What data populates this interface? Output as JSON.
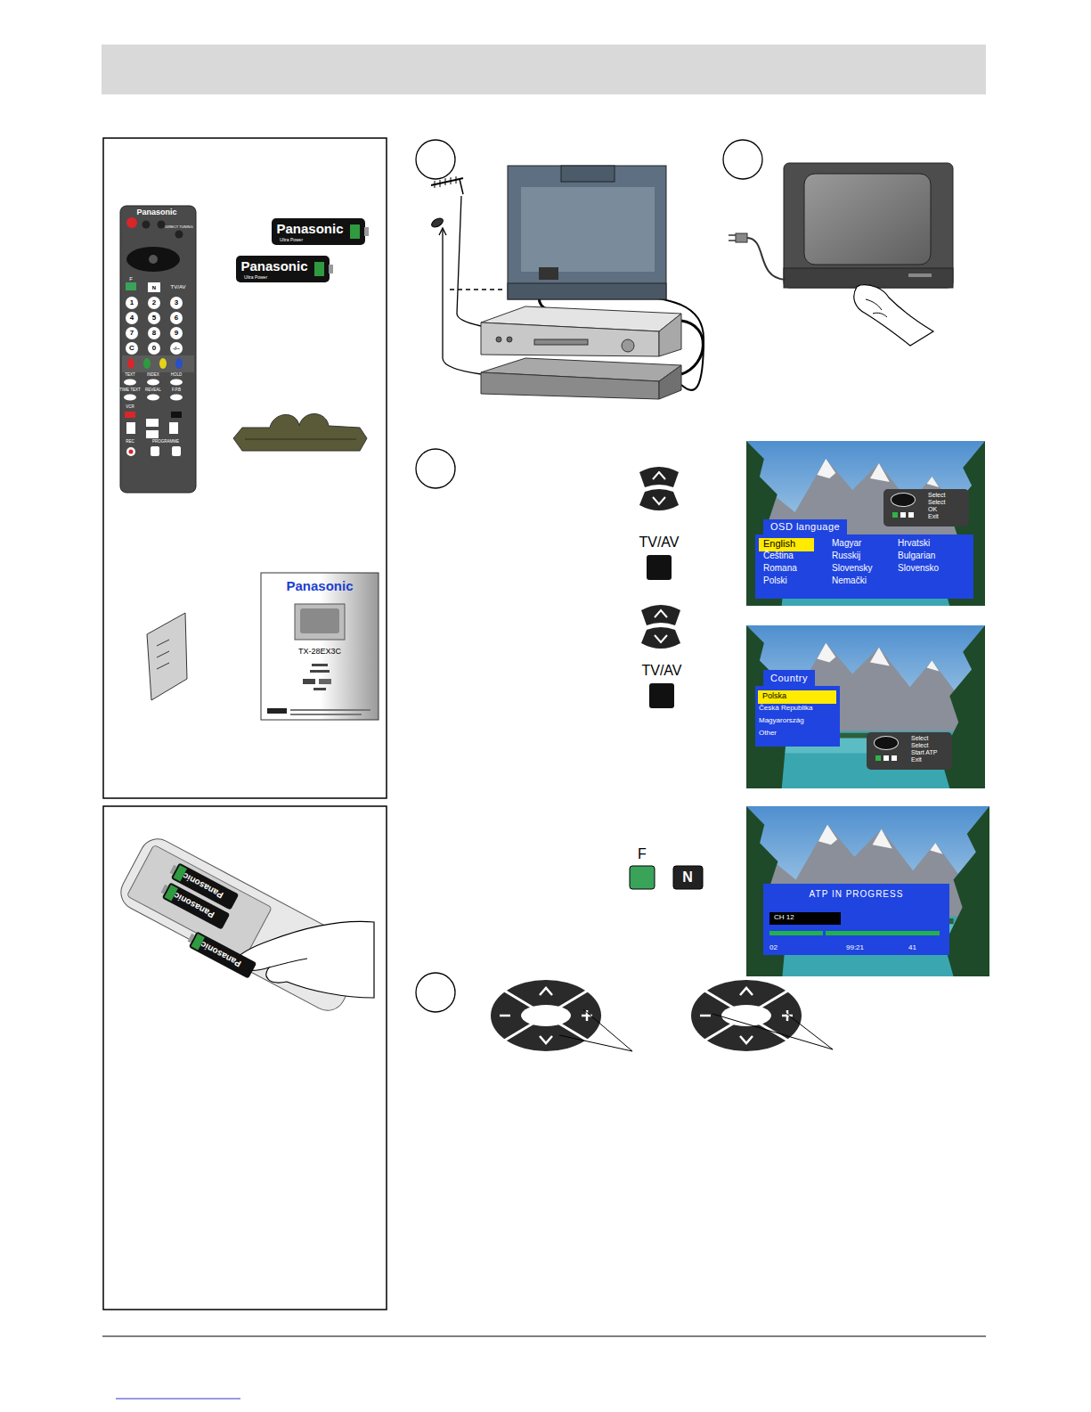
{
  "diagram": {
    "nodes": [
      {
        "text": [
          "Select",
          "Select",
          "OK",
          "Exit"
        ]
      },
      {
        "text": [
          "OSD language"
        ]
      },
      {
        "text": [
          "English"
        ],
        "in": 1
      },
      {
        "text": [
          "Country"
        ]
      },
      {
        "text": [
          "Polska"
        ],
        "in": 3
      },
      {
        "text": [
          "Select",
          "Select",
          "Start ATP",
          "Exit"
        ]
      },
      {
        "text": [
          "ATP IN PROGRESS"
        ]
      },
      {
        "text": [
          "CH 12"
        ],
        "in": 6
      }
    ],
    "labels": [
      "Panasonic",
      "DIRECT TUNING",
      "F",
      "N",
      "TV/AV",
      "1",
      "2",
      "3",
      "4",
      "5",
      "6",
      "7",
      "8",
      "9",
      "C",
      "0",
      "-/--",
      "TEXT",
      "INDEX",
      "HOLD",
      "TIME TEXT",
      "REVEAL",
      "F.P.B",
      "VCR",
      "REC",
      "PROGRAMME",
      "Panasonic",
      "Ultra Power",
      "Panasonic",
      "Ultra Power",
      "Panasonic",
      "TX-28EX3C",
      "Panasonic",
      "Panasonic",
      "Panasonic",
      "TV/AV",
      "TV/AV",
      "F",
      "N",
      "Čeština",
      "Romana",
      "Polski",
      "Magyar",
      "Russkij",
      "Slovensky",
      "Nemački",
      "Hrvatski",
      "Bulgarian",
      "Slovensko",
      "Česká Republika",
      "Magyarország",
      "Other",
      "02",
      "99:21",
      "41"
    ]
  }
}
